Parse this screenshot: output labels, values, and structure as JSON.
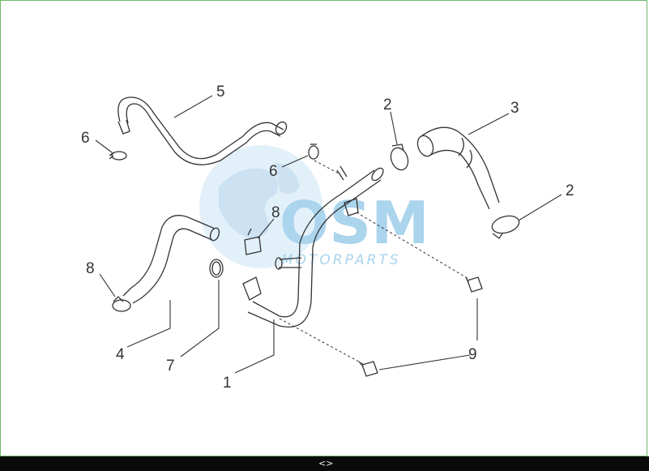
{
  "watermark": {
    "brand": "OSM",
    "tagline": "MOTORPARTS",
    "color": "#8fc6e8",
    "logo_color": "#bcd9ef"
  },
  "callouts": {
    "c1": "1",
    "c2a": "2",
    "c2b": "2",
    "c3": "3",
    "c4": "4",
    "c5": "5",
    "c6a": "6",
    "c6b": "6",
    "c7": "7",
    "c8a": "8",
    "c8b": "8",
    "c9": "9"
  },
  "pager": {
    "arrows": "<>"
  },
  "colors": {
    "frame": "#6fb86f",
    "line": "#333333",
    "bar": "#0a0a0a"
  }
}
